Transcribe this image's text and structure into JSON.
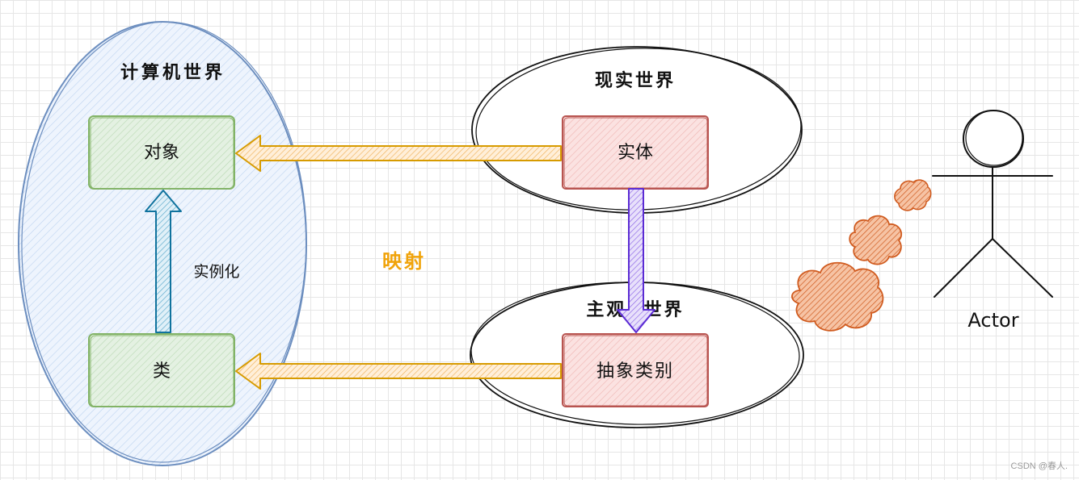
{
  "labels": {
    "computer_world": "计算机世界",
    "object": "对象",
    "class": "类",
    "instantiate": "实例化",
    "real_world": "现实世界",
    "entity": "实体",
    "subjective_world": "主观  世界",
    "abstract_class": "抽象类别",
    "mapping": "映射",
    "actor": "Actor"
  },
  "watermark": "CSDN @春人.",
  "colors": {
    "ellipse_blue": "#6c8ebf",
    "ellipse_fill": "#dae8fc",
    "green_stroke": "#82b366",
    "green_fill": "#d5e8d4",
    "red_stroke": "#b85450",
    "red_fill": "#f8cecc",
    "orange_arrow": "#d79b00",
    "orange_fill": "#ffe6cc",
    "purple_arrow": "#5b2bd4",
    "blue_arrow": "#10739e",
    "mapping_text": "#f0a30a",
    "cloud": "#d05b1f"
  }
}
